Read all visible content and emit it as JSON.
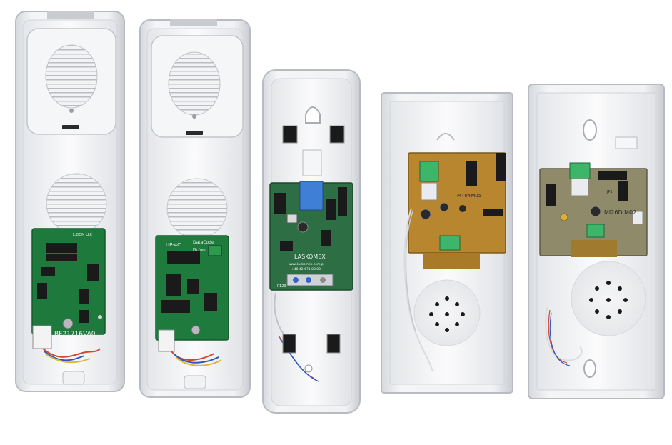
{
  "image": {
    "kind": "photo",
    "subject": "five-intercom-handsets-opened"
  },
  "units": [
    {
      "board_color": "#1e7a3c",
      "silk": {
        "model": "BF21716VA0",
        "brand": "L.DOM LLC"
      }
    },
    {
      "board_color": "#1f7a3d",
      "silk": {
        "model": "UP-4C",
        "brand": "DataCode",
        "note": "Pb free"
      }
    },
    {
      "board_color": "#2e6e45",
      "silk": {
        "brand": "LASKOMEX",
        "web": "www.laskomex.com.pl",
        "phone": "+48 42 671 88 00",
        "part": "P123"
      }
    },
    {
      "board_color": "#b8862e",
      "silk": {
        "model": "MT04M05"
      }
    },
    {
      "board_color": "#8f8a6a",
      "silk": {
        "model": "MI26D M02",
        "jumper": "JP1"
      }
    }
  ]
}
